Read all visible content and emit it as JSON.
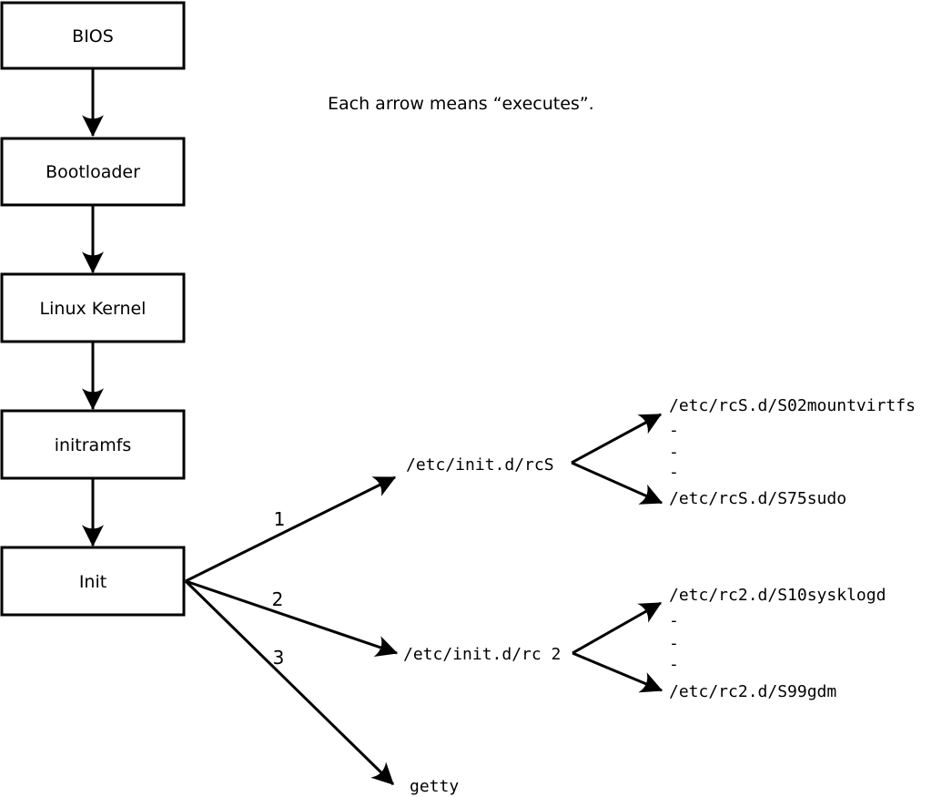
{
  "note": "Each arrow means “executes”.",
  "colors": {
    "ink": "#000000",
    "background": "#ffffff"
  },
  "boot_chain": [
    {
      "label": "BIOS"
    },
    {
      "label": "Bootloader"
    },
    {
      "label": "Linux Kernel"
    },
    {
      "label": "initramfs"
    },
    {
      "label": "Init"
    }
  ],
  "init_targets": [
    {
      "order": "1",
      "label": "/etc/init.d/rcS",
      "scripts": [
        "/etc/rcS.d/S02mountvirtfs",
        "-",
        "-",
        "-",
        "/etc/rcS.d/S75sudo"
      ]
    },
    {
      "order": "2",
      "label": "/etc/init.d/rc 2",
      "scripts": [
        "/etc/rc2.d/S10sysklogd",
        "-",
        "-",
        "-",
        "/etc/rc2.d/S99gdm"
      ]
    },
    {
      "order": "3",
      "label": "getty",
      "scripts": []
    }
  ]
}
